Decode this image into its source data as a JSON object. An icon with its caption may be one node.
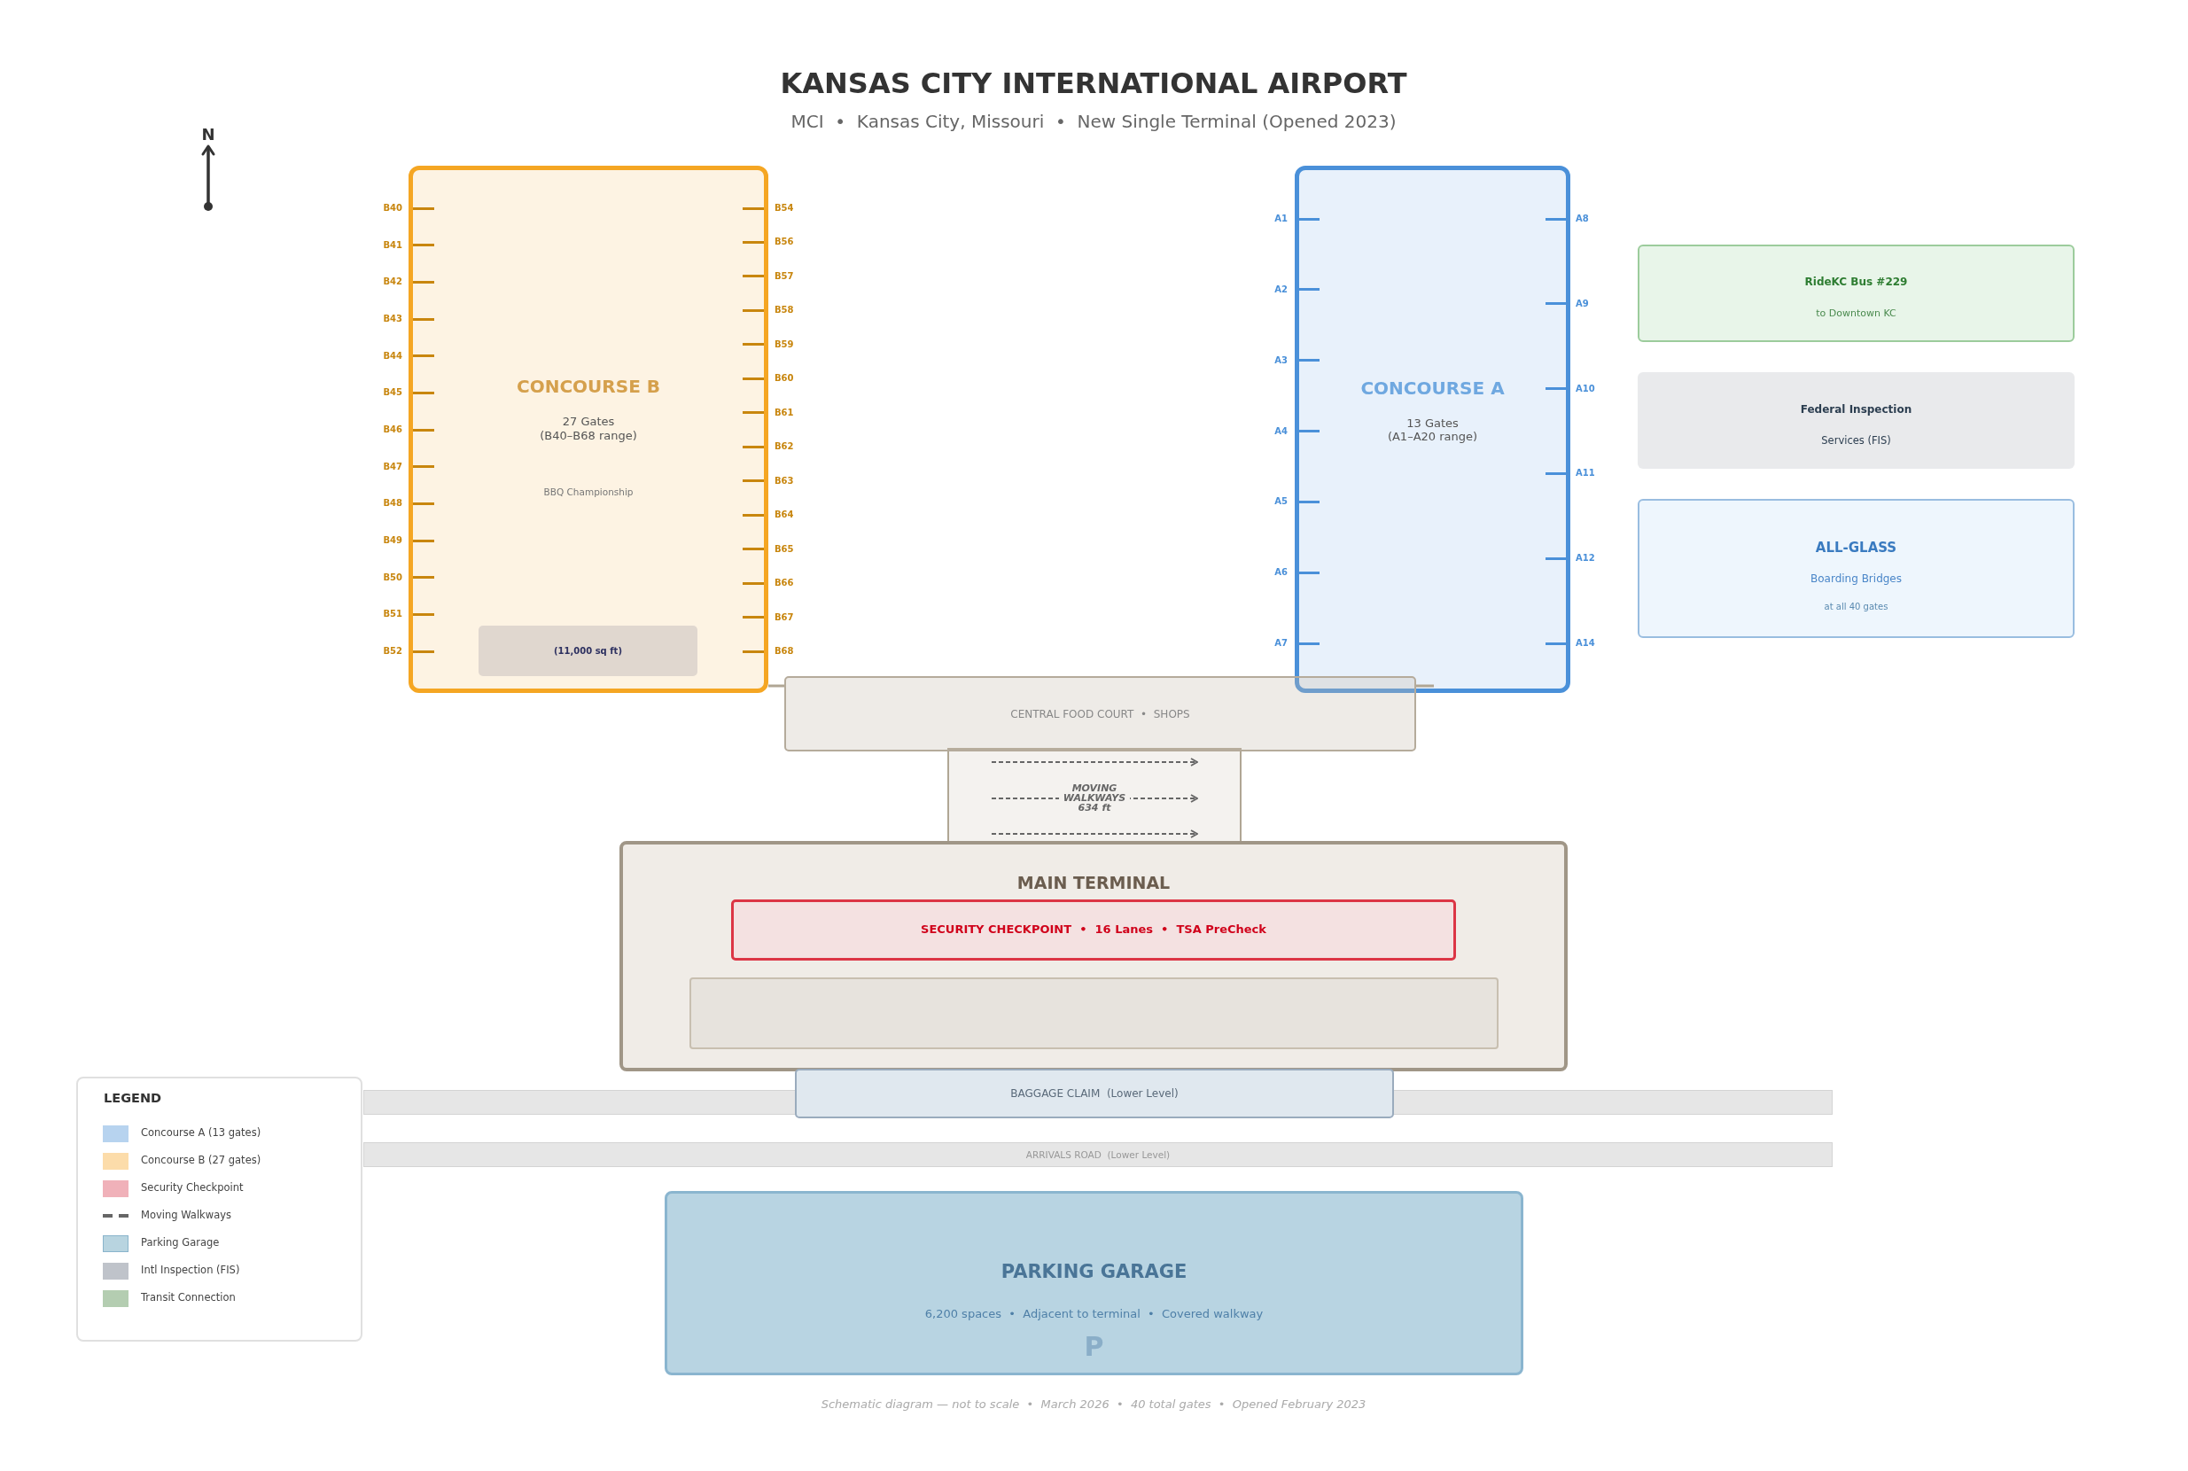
{
  "diagram": {
    "title": "KANSAS CITY INTERNATIONAL AIRPORT",
    "caption": "Schematic diagram — not to scale  •  March 2026  •  40 total gates  •  Opened February 2023",
    "nodes": [
      {
        "text": [
          "CONCOURSE B",
          "27 Gates (B40–B68 range)",
          "BBQ Championship"
        ],
        "beside": [
          "B40",
          "B41",
          "B42",
          "B43",
          "B44",
          "B45",
          "B46",
          "B47",
          "B48",
          "B49",
          "B50",
          "B51",
          "B52",
          "B54",
          "B56",
          "B57",
          "B58",
          "B59",
          "B60",
          "B61",
          "B62",
          "B63",
          "B64",
          "B65",
          "B66",
          "B67",
          "B68"
        ]
      },
      {
        "text": [
          "(11,000 sq ft)"
        ],
        "in": 0
      },
      {
        "text": [
          "CONCOURSE A",
          "13 Gates (A1–A20 range)"
        ],
        "beside": [
          "A1",
          "A2",
          "A3",
          "A4",
          "A5",
          "A6",
          "A7",
          "A8",
          "A9",
          "A10",
          "A11",
          "A12",
          "A14"
        ]
      },
      {
        "text": [
          "RideKC Bus #229",
          "to Downtown KC"
        ]
      },
      {
        "text": [
          "Federal Inspection",
          "Services (FIS)"
        ]
      },
      {
        "text": [
          "ALL-GLASS",
          "Boarding Bridges",
          "at all 40 gates"
        ]
      },
      {
        "text": [
          "CENTRAL FOOD COURT  •  SHOPS"
        ]
      },
      {
        "text": [
          "MOVING WALKWAYS 634 ft"
        ]
      },
      {
        "text": [
          "MAIN TERMINAL"
        ]
      },
      {
        "text": [
          "SECURITY CHECKPOINT  •  16 Lanes  •  TSA PreCheck"
        ],
        "in": 8
      },
      {
        "text": [],
        "shape": "box",
        "in": 8
      },
      {
        "text": [
          "BAGGAGE CLAIM  (Lower Level)"
        ]
      },
      {
        "text": [],
        "shape": "bar"
      },
      {
        "text": [
          "ARRIVALS ROAD  (Lower Level)"
        ]
      },
      {
        "text": [
          "PARKING GARAGE",
          "6,200 spaces  •  Adjacent to terminal  •  Covered walkway",
          "P"
        ]
      }
    ],
    "edges": [
      {
        "from": 0,
        "to": 6,
        "arrow": "none"
      },
      {
        "from": 6,
        "to": 2,
        "arrow": "none"
      }
    ],
    "labels": [
      "MCI  •  Kansas City, Missouri  •  New Single Terminal (Opened 2023)",
      "N",
      "LEGEND"
    ],
    "legend": [
      {
        "text": "Concourse A (13 gates)",
        "color": "#b7d3ef"
      },
      {
        "text": "Concourse B (27 gates)",
        "color": "#fcdcaa"
      },
      {
        "text": "Security Checkpoint",
        "color": "#f0b1b9"
      },
      {
        "text": "Moving Walkways"
      },
      {
        "text": "Parking Garage",
        "color": "#b8d4e0"
      },
      {
        "text": "Intl Inspection (FIS)",
        "color": "#bfc3ca"
      },
      {
        "text": "Transit Connection",
        "color": "#b4cdb1"
      }
    ]
  }
}
